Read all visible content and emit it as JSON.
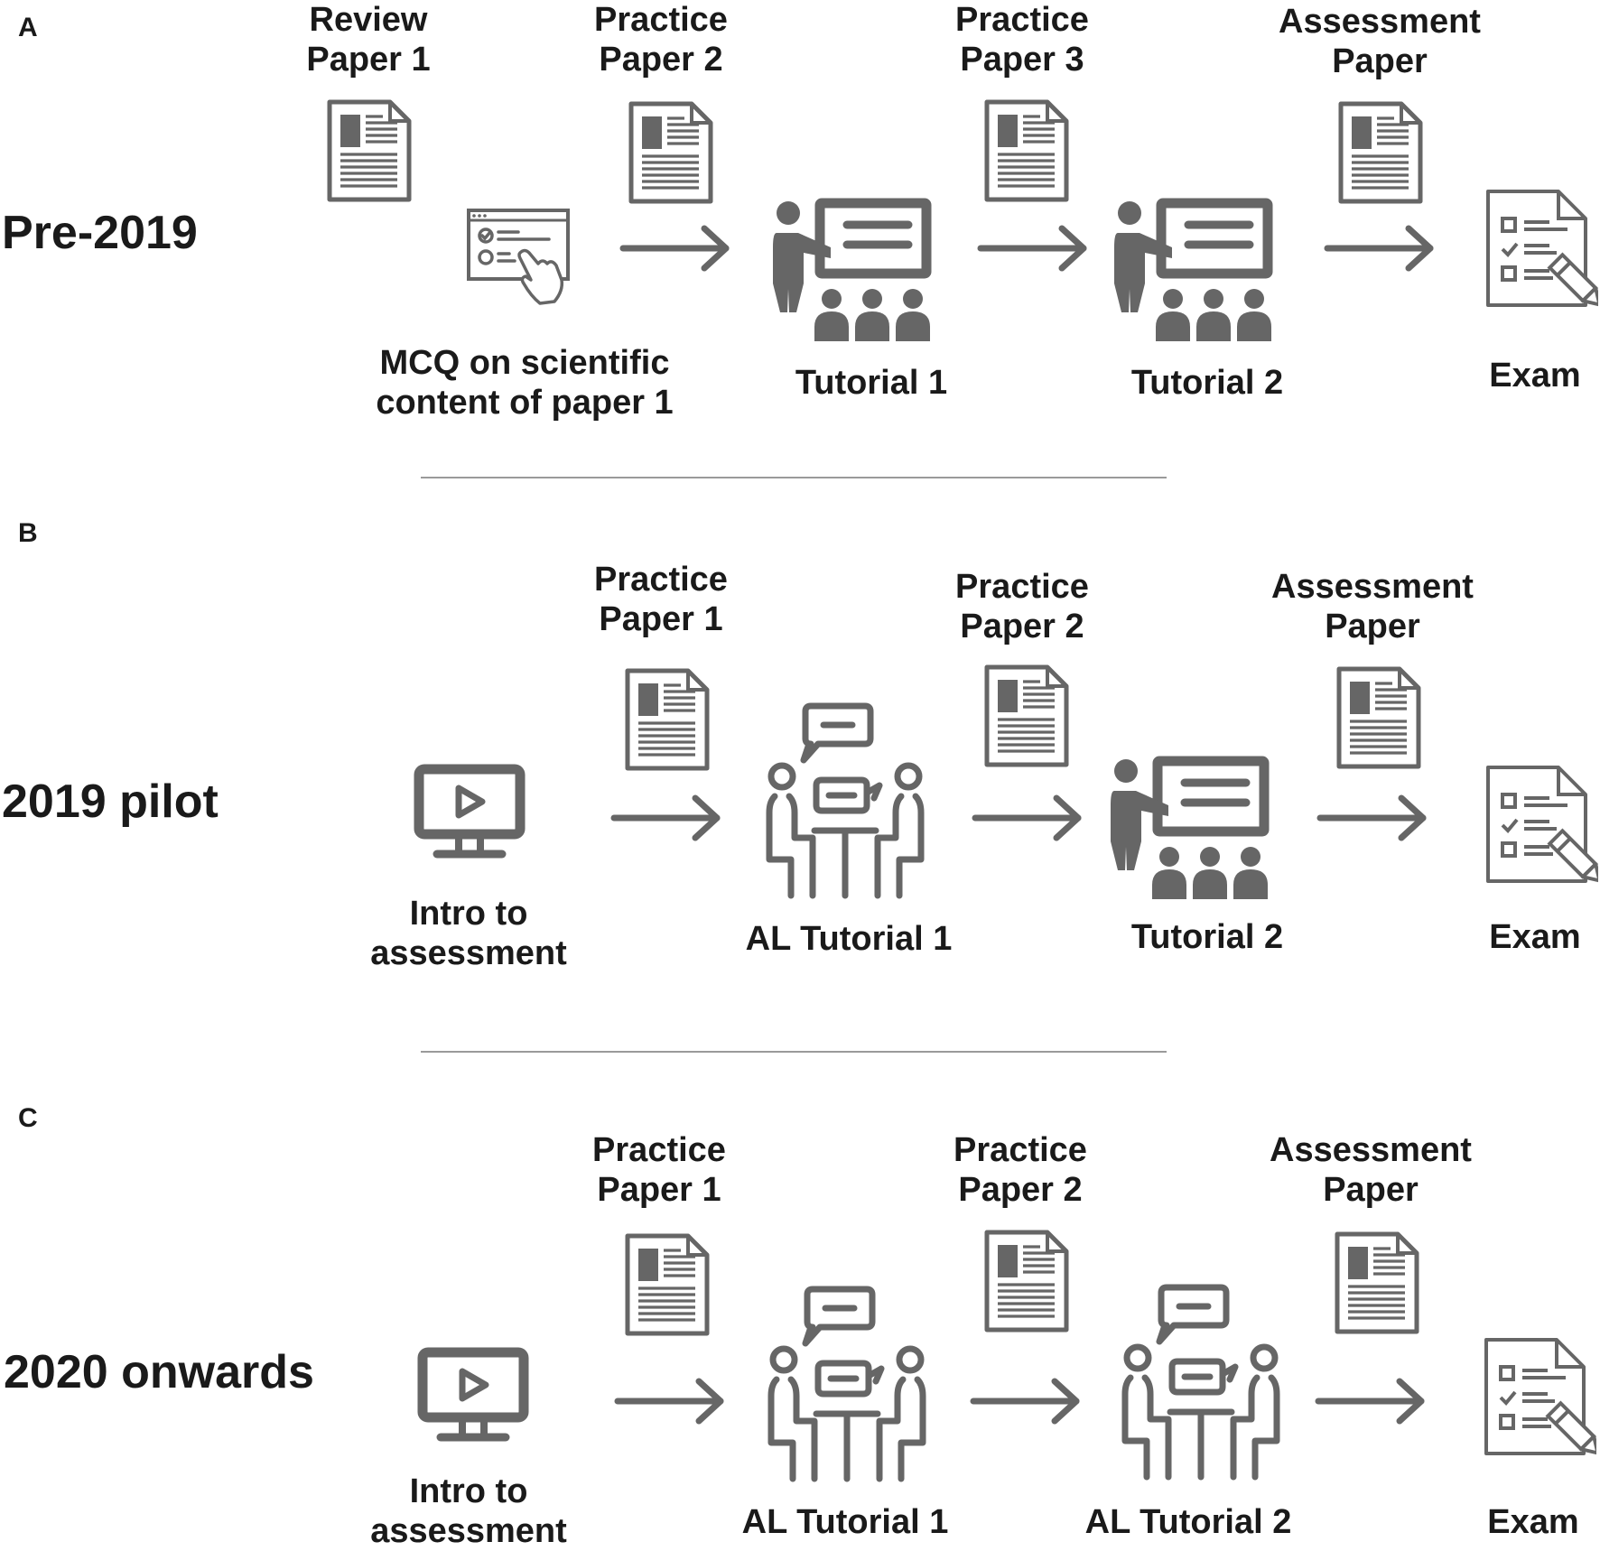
{
  "panels": [
    {
      "letter": "A",
      "title": "Pre-2019",
      "papers": [
        {
          "l1": "Review",
          "l2": "Paper 1"
        },
        {
          "l1": "Practice",
          "l2": "Paper 2"
        },
        {
          "l1": "Practice",
          "l2": "Paper 3"
        },
        {
          "l1": "Assessment",
          "l2": "Paper"
        }
      ],
      "steps": [
        {
          "l1": "MCQ on scientific",
          "l2": "content of paper 1"
        },
        {
          "l1": "Tutorial 1"
        },
        {
          "l1": "Tutorial 2"
        },
        {
          "l1": "Exam"
        }
      ]
    },
    {
      "letter": "B",
      "title": "2019 pilot",
      "papers": [
        {
          "l1": "Practice",
          "l2": "Paper 1"
        },
        {
          "l1": "Practice",
          "l2": "Paper 2"
        },
        {
          "l1": "Assessment",
          "l2": "Paper"
        }
      ],
      "steps": [
        {
          "l1": "Intro to",
          "l2": "assessment"
        },
        {
          "l1": "AL Tutorial 1"
        },
        {
          "l1": "Tutorial 2"
        },
        {
          "l1": "Exam"
        }
      ]
    },
    {
      "letter": "C",
      "title": "2020 onwards",
      "papers": [
        {
          "l1": "Practice",
          "l2": "Paper 1"
        },
        {
          "l1": "Practice",
          "l2": "Paper 2"
        },
        {
          "l1": "Assessment",
          "l2": "Paper"
        }
      ],
      "steps": [
        {
          "l1": "Intro to",
          "l2": "assessment"
        },
        {
          "l1": "AL Tutorial 1"
        },
        {
          "l1": "AL Tutorial 2"
        },
        {
          "l1": "Exam"
        }
      ]
    }
  ],
  "icon_color": "#666666"
}
